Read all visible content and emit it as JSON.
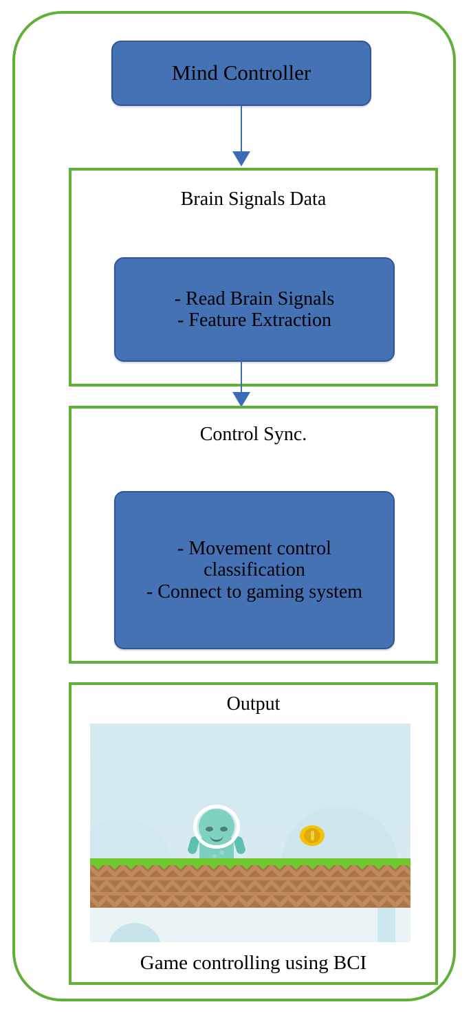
{
  "diagram": {
    "title_node": {
      "label": "Mind Controller"
    },
    "sections": [
      {
        "title": "Brain Signals Data",
        "detail": "- Read Brain Signals\n- Feature Extraction"
      },
      {
        "title": "Control Sync.",
        "detail": "- Movement control classification\n- Connect to gaming system"
      },
      {
        "title": "Output",
        "caption": "Game controlling using BCI"
      }
    ],
    "connectors": [
      {
        "name": "mind-controller-to-brain-signals",
        "direction": "down"
      },
      {
        "name": "brain-signals-to-control-sync",
        "direction": "down"
      }
    ],
    "game_scene": {
      "character": "astronaut-alien-character",
      "collectible": "gold-coin",
      "terrain": "grass-and-dirt-platform"
    },
    "colors": {
      "frame_green": "#5eb135",
      "node_blue_fill": "#4472b4",
      "node_blue_border": "#2f5597",
      "arrow_blue": "#3b6cb5",
      "sky_blue": "#d4e9f0",
      "grass_green": "#6ec82e",
      "dirt_brown": "#c08b5c",
      "dirt_shadow": "#a9754a",
      "character_green": "#7fd2bf",
      "coin_gold": "#f5c20b"
    }
  }
}
